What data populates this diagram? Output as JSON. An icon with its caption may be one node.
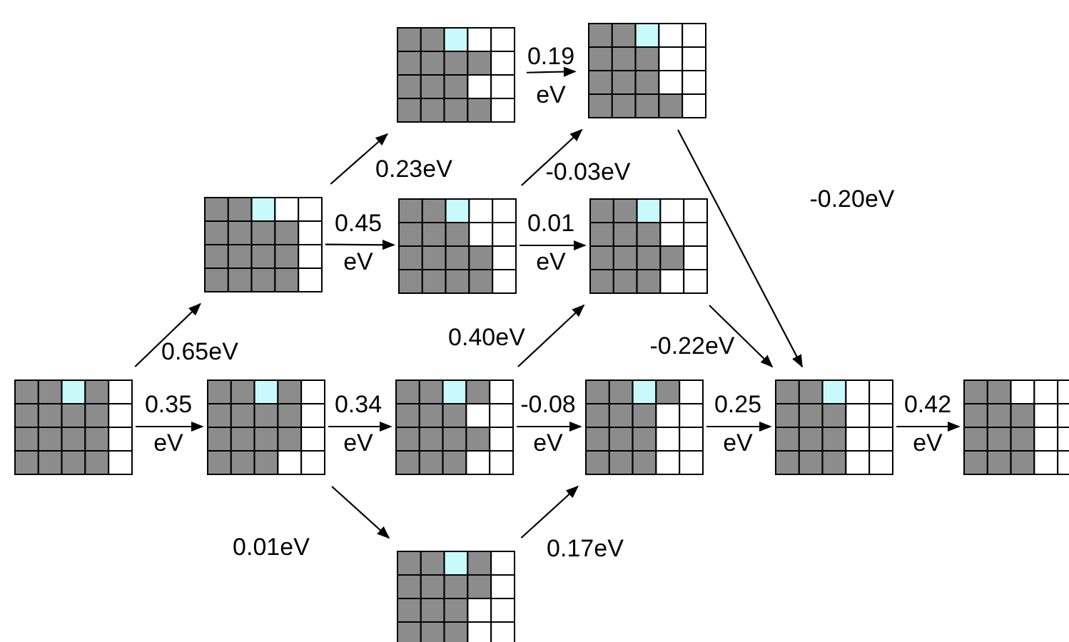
{
  "diagram": {
    "nodes": [
      {
        "text": [],
        "shape": "grid"
      },
      {
        "text": [],
        "shape": "grid"
      },
      {
        "text": [],
        "shape": "grid"
      },
      {
        "text": [],
        "shape": "grid"
      },
      {
        "text": [],
        "shape": "grid"
      },
      {
        "text": [],
        "shape": "grid"
      },
      {
        "text": [],
        "shape": "grid"
      },
      {
        "text": [],
        "shape": "grid"
      },
      {
        "text": [],
        "shape": "grid"
      },
      {
        "text": [],
        "shape": "grid"
      },
      {
        "text": [],
        "shape": "grid"
      },
      {
        "text": [],
        "shape": "grid"
      }
    ],
    "edges": [
      {
        "from": 0,
        "to": 2,
        "arrow": "to",
        "label": "0.35 eV"
      },
      {
        "from": 2,
        "to": 5,
        "arrow": "to",
        "label": "0.34 eV"
      },
      {
        "from": 5,
        "to": 9,
        "arrow": "to",
        "label": "-0.08 eV"
      },
      {
        "from": 9,
        "to": 10,
        "arrow": "to",
        "label": "0.25 eV"
      },
      {
        "from": 10,
        "to": 11,
        "arrow": "to",
        "label": "0.42 eV"
      },
      {
        "from": 0,
        "to": 1,
        "arrow": "to",
        "label": "0.65eV"
      },
      {
        "from": 1,
        "to": 3,
        "arrow": "to",
        "label": "0.23eV"
      },
      {
        "from": 1,
        "to": 4,
        "arrow": "to",
        "label": "0.45 eV"
      },
      {
        "from": 4,
        "to": 7,
        "arrow": "to",
        "label": "-0.03eV"
      },
      {
        "from": 4,
        "to": 8,
        "arrow": "to",
        "label": "0.01 eV"
      },
      {
        "from": 3,
        "to": 7,
        "arrow": "to",
        "label": "0.19 eV"
      },
      {
        "from": 7,
        "to": 10,
        "arrow": "to",
        "label": "-0.20eV"
      },
      {
        "from": 8,
        "to": 10,
        "arrow": "to",
        "label": "-0.22eV"
      },
      {
        "from": 5,
        "to": 8,
        "arrow": "to",
        "label": "0.40eV"
      },
      {
        "from": 2,
        "to": 6,
        "arrow": "to",
        "label": "0.01eV"
      },
      {
        "from": 6,
        "to": 9,
        "arrow": "to",
        "label": "0.17eV"
      }
    ]
  }
}
